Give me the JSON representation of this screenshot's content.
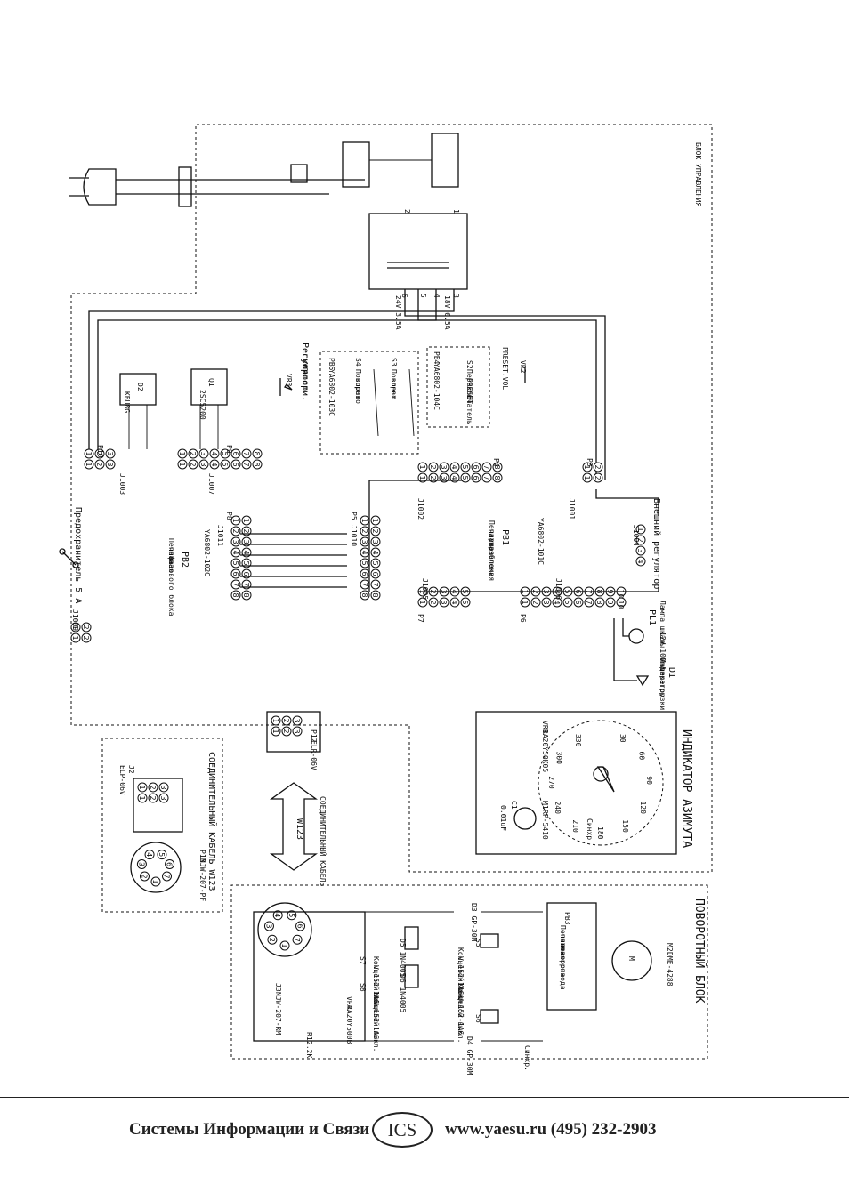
{
  "blocks": {
    "control": "БЛОК УПРАВЛЕНИЯ",
    "rotator": "ПОВОРОТНЫЙ БЛОК",
    "azimuth": "ИНДИКАТОР АЗИМУТА",
    "cable": "СОЕДИНИТЕЛЬНЫЙ КАБЕЛЬ W123"
  },
  "transformer": {
    "tap_24": "24V 3.5A",
    "tap_18": "18V 0.5A",
    "pins": [
      "1",
      "2",
      "3",
      "4",
      "5",
      "6"
    ]
  },
  "boards": {
    "pb1_name": "PB1",
    "pb1_line1": "Печатная",
    "pb1_line2": "плата блока",
    "pb1_line3": "управления",
    "pb1_part": "YA6802-101C",
    "pb2_name": "PB2",
    "pb2_line1": "Печатная",
    "pb2_line2": "плата",
    "pb2_line3": "фазового блока",
    "pb2_part": "YA6802-102C",
    "pb3_name": "PB3",
    "pb3_line1": "Печатная",
    "pb3_line2": "плата привода",
    "pb3_line3": "поворота",
    "pb4_name": "PB4",
    "pb5_name": "PB5"
  },
  "speed_reg": {
    "line1": "Регулятор",
    "line2": "скорости.",
    "vol": "VOL",
    "vr": "VR3"
  },
  "preset": {
    "label": "PRESET.VOL",
    "vr": "VR2"
  },
  "switches": {
    "s2": "S2",
    "s2_l1": "Переключатель",
    "s2_l2": "PRESET",
    "s3": "S3",
    "s3_l1": "Поворот",
    "s3_l2": "влево",
    "s4": "S4",
    "s4_l1": "Поворот",
    "s4_l2": "вправо",
    "pb4_part": "YA6802-104C",
    "pb5_part": "YA6802-103C"
  },
  "semis": {
    "q1": "Q1",
    "q1_part": "2SC5200",
    "d2": "D2",
    "d2_part": "KBU8G"
  },
  "fuse": "Предохранитель 5 А",
  "connectors": {
    "j1001": "J1001",
    "j1002": "J1002",
    "j1003": "J1003",
    "j1004": "J1004",
    "j1005": "J1005",
    "j1006": "J1006",
    "j1007": "J1007",
    "j1009": "J1009",
    "j1010": "J1010",
    "j1011": "J1011",
    "j2": "J2",
    "p3": "P3",
    "p4": "P4",
    "p5": "P5",
    "p6": "P6",
    "p7": "P7",
    "p8": "P8",
    "p9": "P9",
    "p10": "P10",
    "p12": "P12",
    "p13": "P13",
    "p12_part": "ELR-06V",
    "p13_part": "NJW-207-PF",
    "j2_part": "ELP-06V",
    "j3_part": "NJW-207-RM",
    "j3": "J3"
  },
  "ext_reg": "Внешний регулятор",
  "lamp": {
    "line1": "PL1",
    "line2": "Лампа шкалы",
    "line3": "12V 100mA"
  },
  "indicator_led": {
    "d1": "D1",
    "line1": "Индикатор",
    "line2": "перегрузки"
  },
  "meter": {
    "degrees": [
      "330",
      "300",
      "270",
      "240",
      "210",
      "180",
      "150",
      "120",
      "90",
      "60",
      "30"
    ],
    "vr1": "VR1",
    "vr1_part": "RA20Y50K05",
    "m1": "M1",
    "m1_part": "RP-5410",
    "c1": "C1",
    "c1_val": "0.01uF",
    "sync": "Синхр."
  },
  "cable_w123": "W123",
  "cable_arrow_label": "СОЕДИНИТЕЛЬНЫЙ КАБЕЛЬ",
  "rotator_parts": {
    "d3": "D3 GP-30M",
    "d4": "D4 GP-30M",
    "d5": "D5 1N4005",
    "d6": "D6 1N4005",
    "s5": "S5",
    "s6": "S6",
    "s7": "S7",
    "s8": "S8",
    "limit": "Концевой выкл.",
    "limit_part": "V-152-1A6",
    "m2": "M2",
    "m2_part": "DME-4288",
    "vr4": "VR4",
    "vr4_part": "RA20Y500B",
    "r1": "R1",
    "r1_val": "2.2K",
    "sync": "Синхр."
  },
  "footer": {
    "company": "Системы Информации и Связи",
    "logo": "ICS",
    "contact": "www.yaesu.ru  (495) 232-2903"
  }
}
